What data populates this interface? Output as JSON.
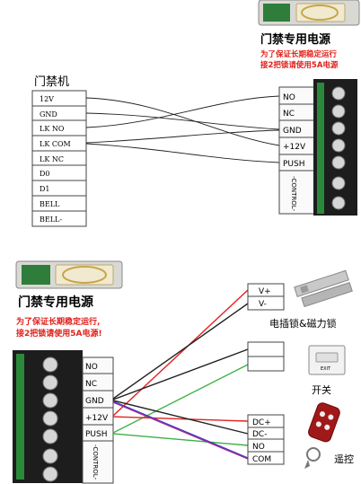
{
  "power_supply_top": {
    "title": "门禁专用电源",
    "note_line1": "为了保证长期稳定运行",
    "note_line2": "接2把锁请使用5A电源"
  },
  "access_controller": {
    "title": "门禁机",
    "terminals": [
      "12V",
      "GND",
      "LK NO",
      "LK COM",
      "LK NC",
      "D0",
      "D1",
      "BELL",
      "BELL-"
    ]
  },
  "terminal_block_top": {
    "labels": [
      "NO",
      "NC",
      "GND",
      "+12V",
      "PUSH"
    ],
    "control_label": "-CONTROL-"
  },
  "power_supply_bottom": {
    "title": "门禁专用电源",
    "note_line1": "为了保证长期稳定运行,",
    "note_line2": "接2把锁请使用5A电源!"
  },
  "terminal_block_bottom": {
    "labels": [
      "NO",
      "NC",
      "GND",
      "+12V",
      "PUSH"
    ],
    "control_label": "-CONTROL-"
  },
  "lock_terminals": [
    "V+",
    "V-"
  ],
  "lock_label": "电插锁&磁力锁",
  "exit_button_label": "开关",
  "exit_button_icon_text": "EXIT",
  "remote_terminals": [
    "DC+",
    "DC-",
    "NO",
    "COM"
  ],
  "remote_label": "遥控",
  "wire_colors": {
    "red": "#e02020",
    "black": "#222222",
    "green": "#3cb043",
    "blue": "#3a3ad0",
    "purple": "#9a2c8c"
  }
}
